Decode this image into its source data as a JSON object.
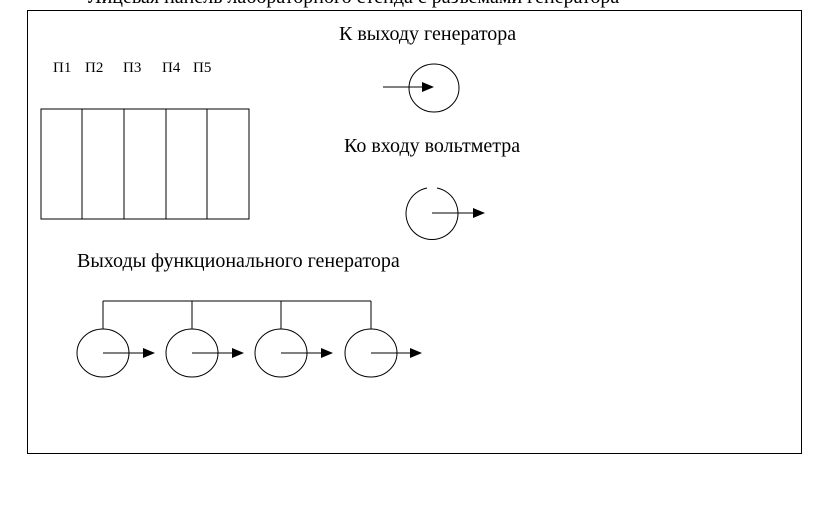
{
  "top_clipped_text": "Лицевая панель лабораторного стенда с разъёмами генератора",
  "labels": {
    "generator_output": "К выходу генератора",
    "voltmeter_input": "Ко входу вольтметра",
    "function_generator_outputs": "Выходы функционального генератора"
  },
  "switch_labels": [
    "П1",
    "П2",
    "П3",
    "П4",
    "П5"
  ]
}
